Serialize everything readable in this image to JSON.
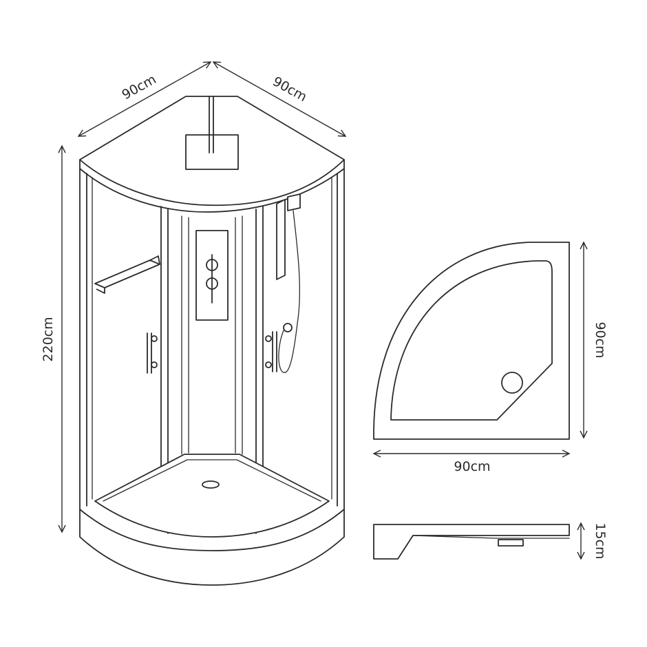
{
  "dimensions": {
    "top_left_width": "90cm",
    "top_right_depth": "90cm",
    "cabin_height": "220cm",
    "tray_depth": "90cm",
    "tray_width": "90cm",
    "tray_height": "15cm"
  }
}
